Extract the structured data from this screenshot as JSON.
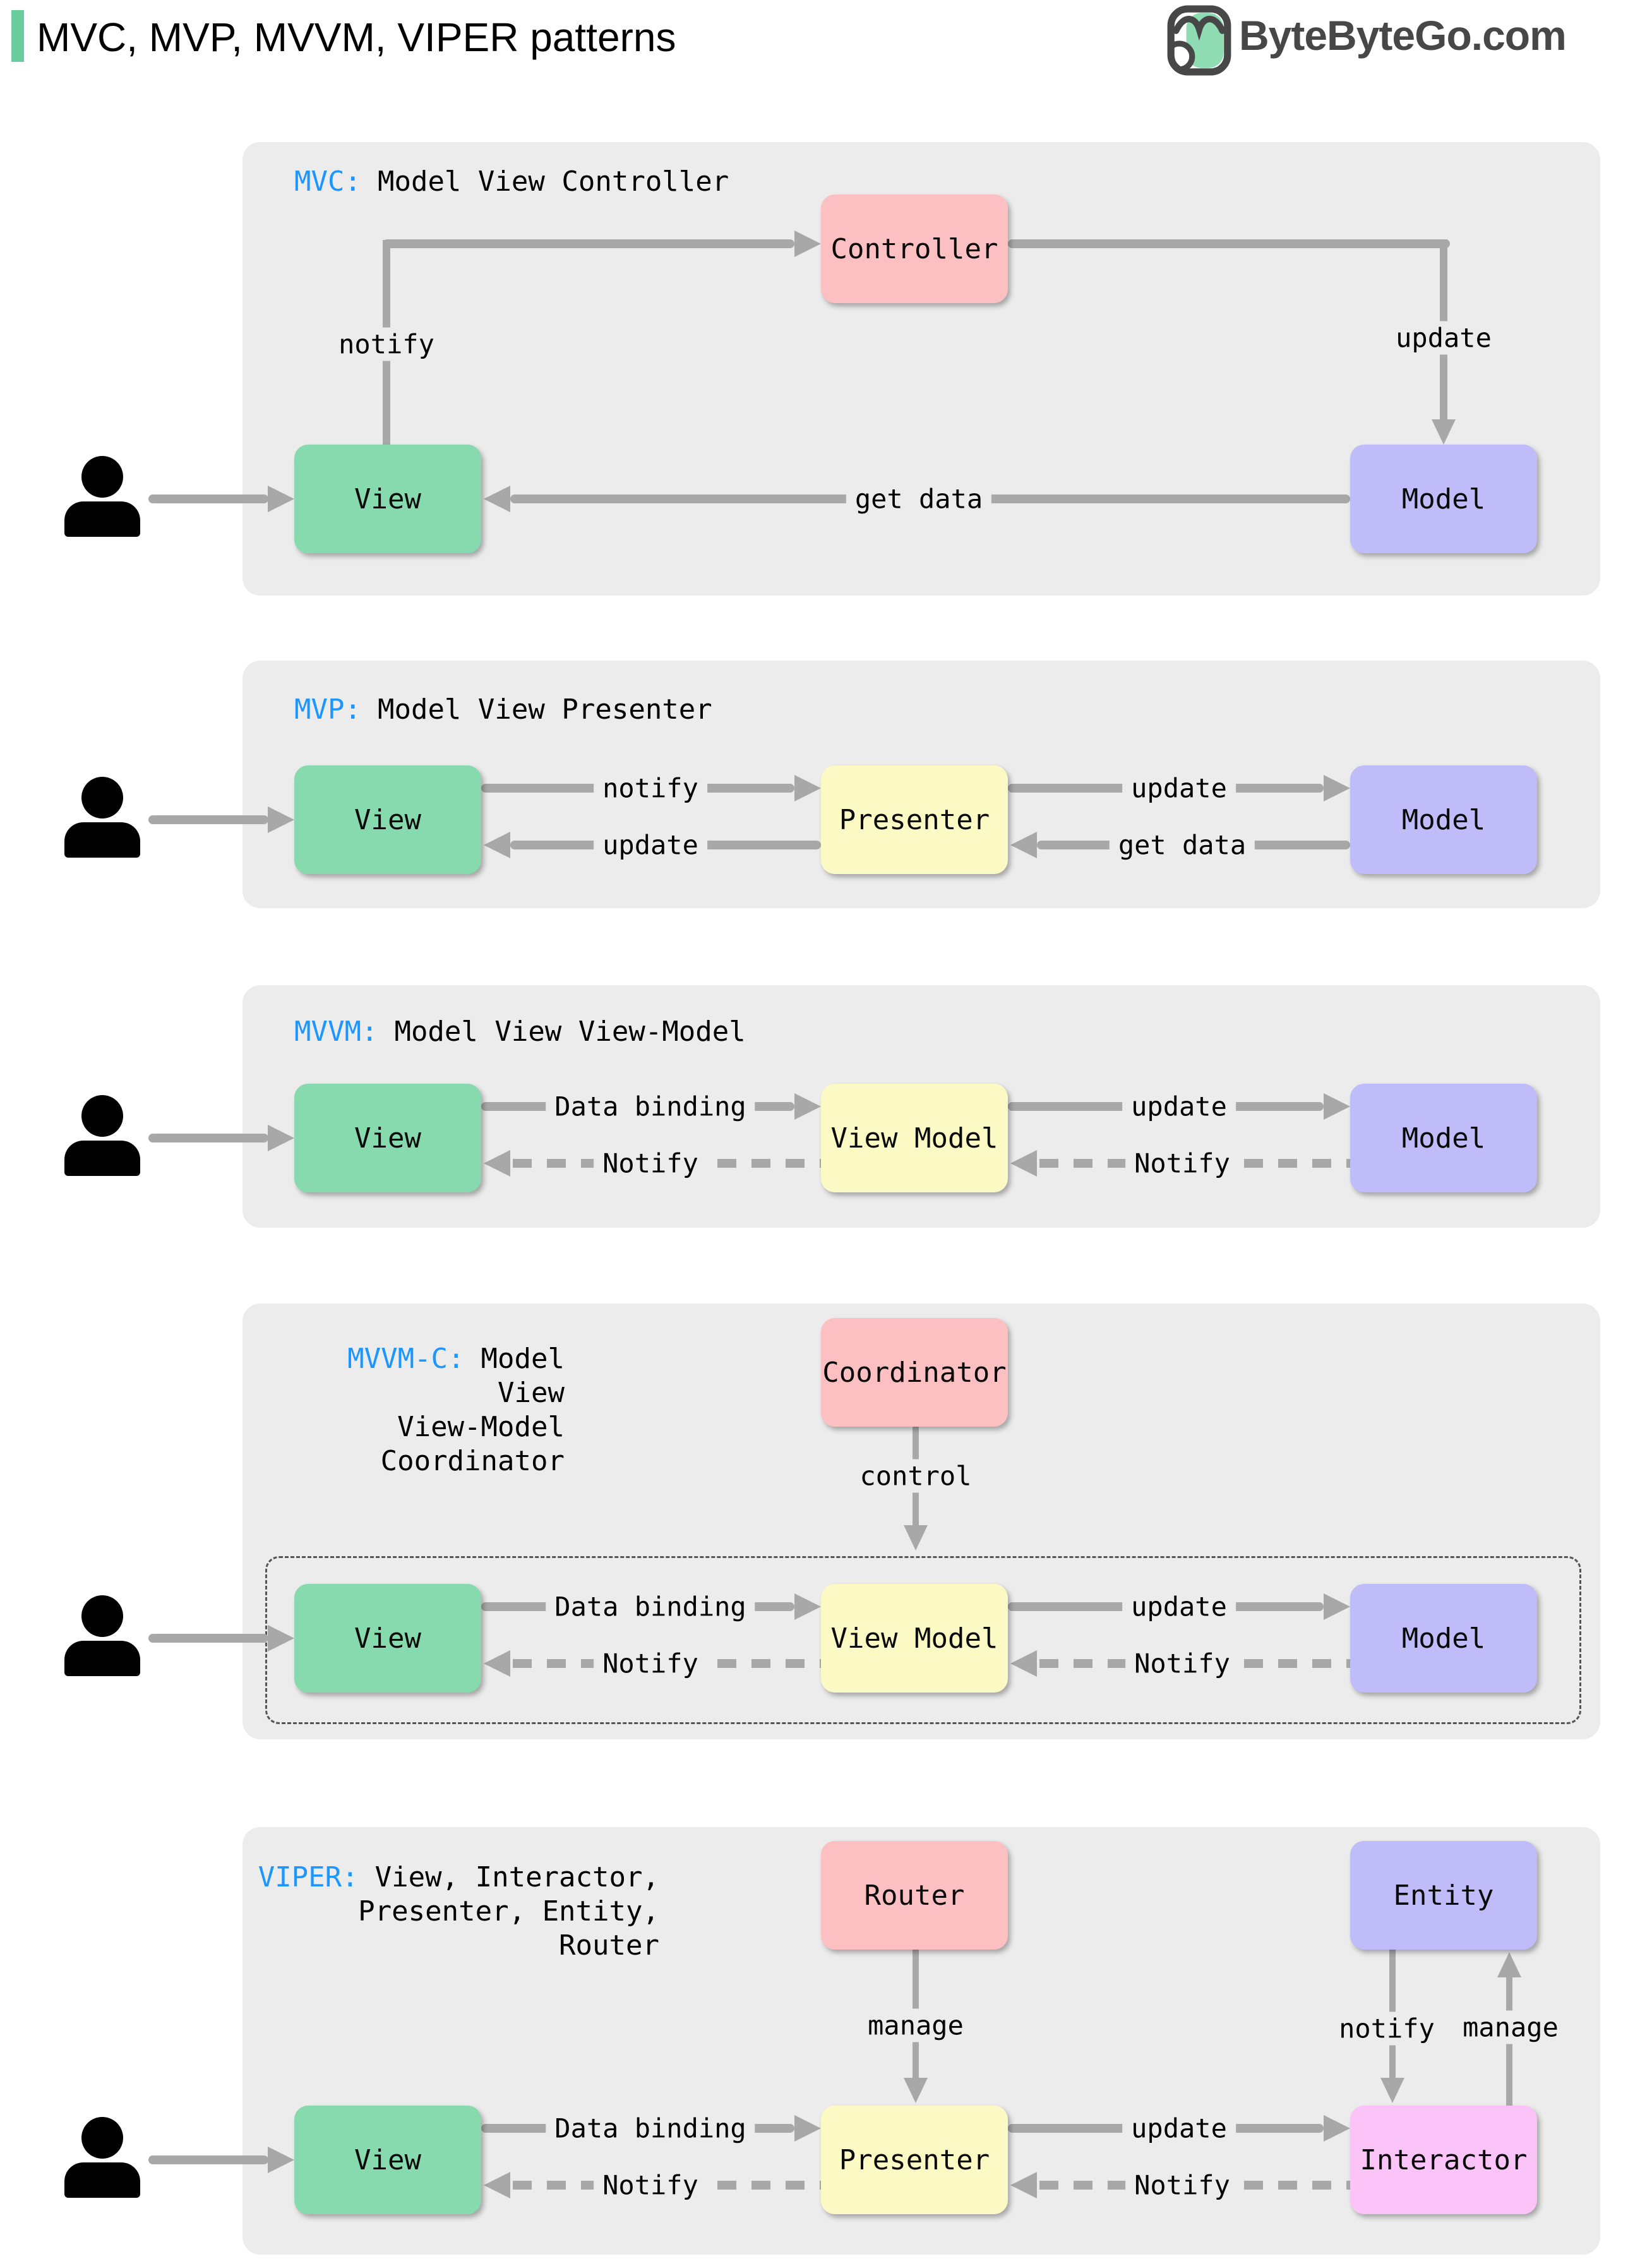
{
  "header": {
    "title": "MVC, MVP, MVVM, VIPER patterns",
    "brand": "ByteByteGo.com"
  },
  "colors": {
    "accent_green": "#68CC9D",
    "tag_blue": "#1E96FF",
    "panel_gray": "#ECECEC",
    "box_green": "#87DAAE",
    "box_pink": "#FDC0C2",
    "box_purple": "#BFBCF9",
    "box_yellow": "#FBFAC5",
    "box_magenta": "#FBC4F9",
    "arrow_gray": "#A8A8A8",
    "logo_dark": "#474747"
  },
  "panels": {
    "mvc": {
      "tag": "MVC:",
      "title": "Model View Controller",
      "boxes": {
        "controller": "Controller",
        "view": "View",
        "model": "Model"
      },
      "labels": {
        "notify": "notify",
        "update": "update",
        "get_data": "get data"
      }
    },
    "mvp": {
      "tag": "MVP:",
      "title": "Model View Presenter",
      "boxes": {
        "view": "View",
        "presenter": "Presenter",
        "model": "Model"
      },
      "labels": {
        "notify": "notify",
        "update_left": "update",
        "update_right": "update",
        "get_data": "get data"
      }
    },
    "mvvm": {
      "tag": "MVVM:",
      "title": "Model View View-Model",
      "boxes": {
        "view": "View",
        "view_model": "View Model",
        "model": "Model"
      },
      "labels": {
        "data_binding": "Data binding",
        "notify_left": "Notify",
        "update": "update",
        "notify_right": "Notify"
      }
    },
    "mvvmc": {
      "tag": "MVVM-C:",
      "title_line1": "Model View",
      "title_line2": "View-Model",
      "title_line3": "Coordinator",
      "boxes": {
        "coordinator": "Coordinator",
        "view": "View",
        "view_model": "View Model",
        "model": "Model"
      },
      "labels": {
        "control": "control",
        "data_binding": "Data binding",
        "notify_left": "Notify",
        "update": "update",
        "notify_right": "Notify"
      }
    },
    "viper": {
      "tag": "VIPER:",
      "title_line1": "View, Interactor,",
      "title_line2": "Presenter, Entity,",
      "title_line3": "Router",
      "boxes": {
        "router": "Router",
        "entity": "Entity",
        "view": "View",
        "presenter": "Presenter",
        "interactor": "Interactor"
      },
      "labels": {
        "manage_router": "manage",
        "notify_entity": "notify",
        "manage_entity": "manage",
        "data_binding": "Data binding",
        "notify_left": "Notify",
        "update": "update",
        "notify_right": "Notify"
      }
    }
  }
}
